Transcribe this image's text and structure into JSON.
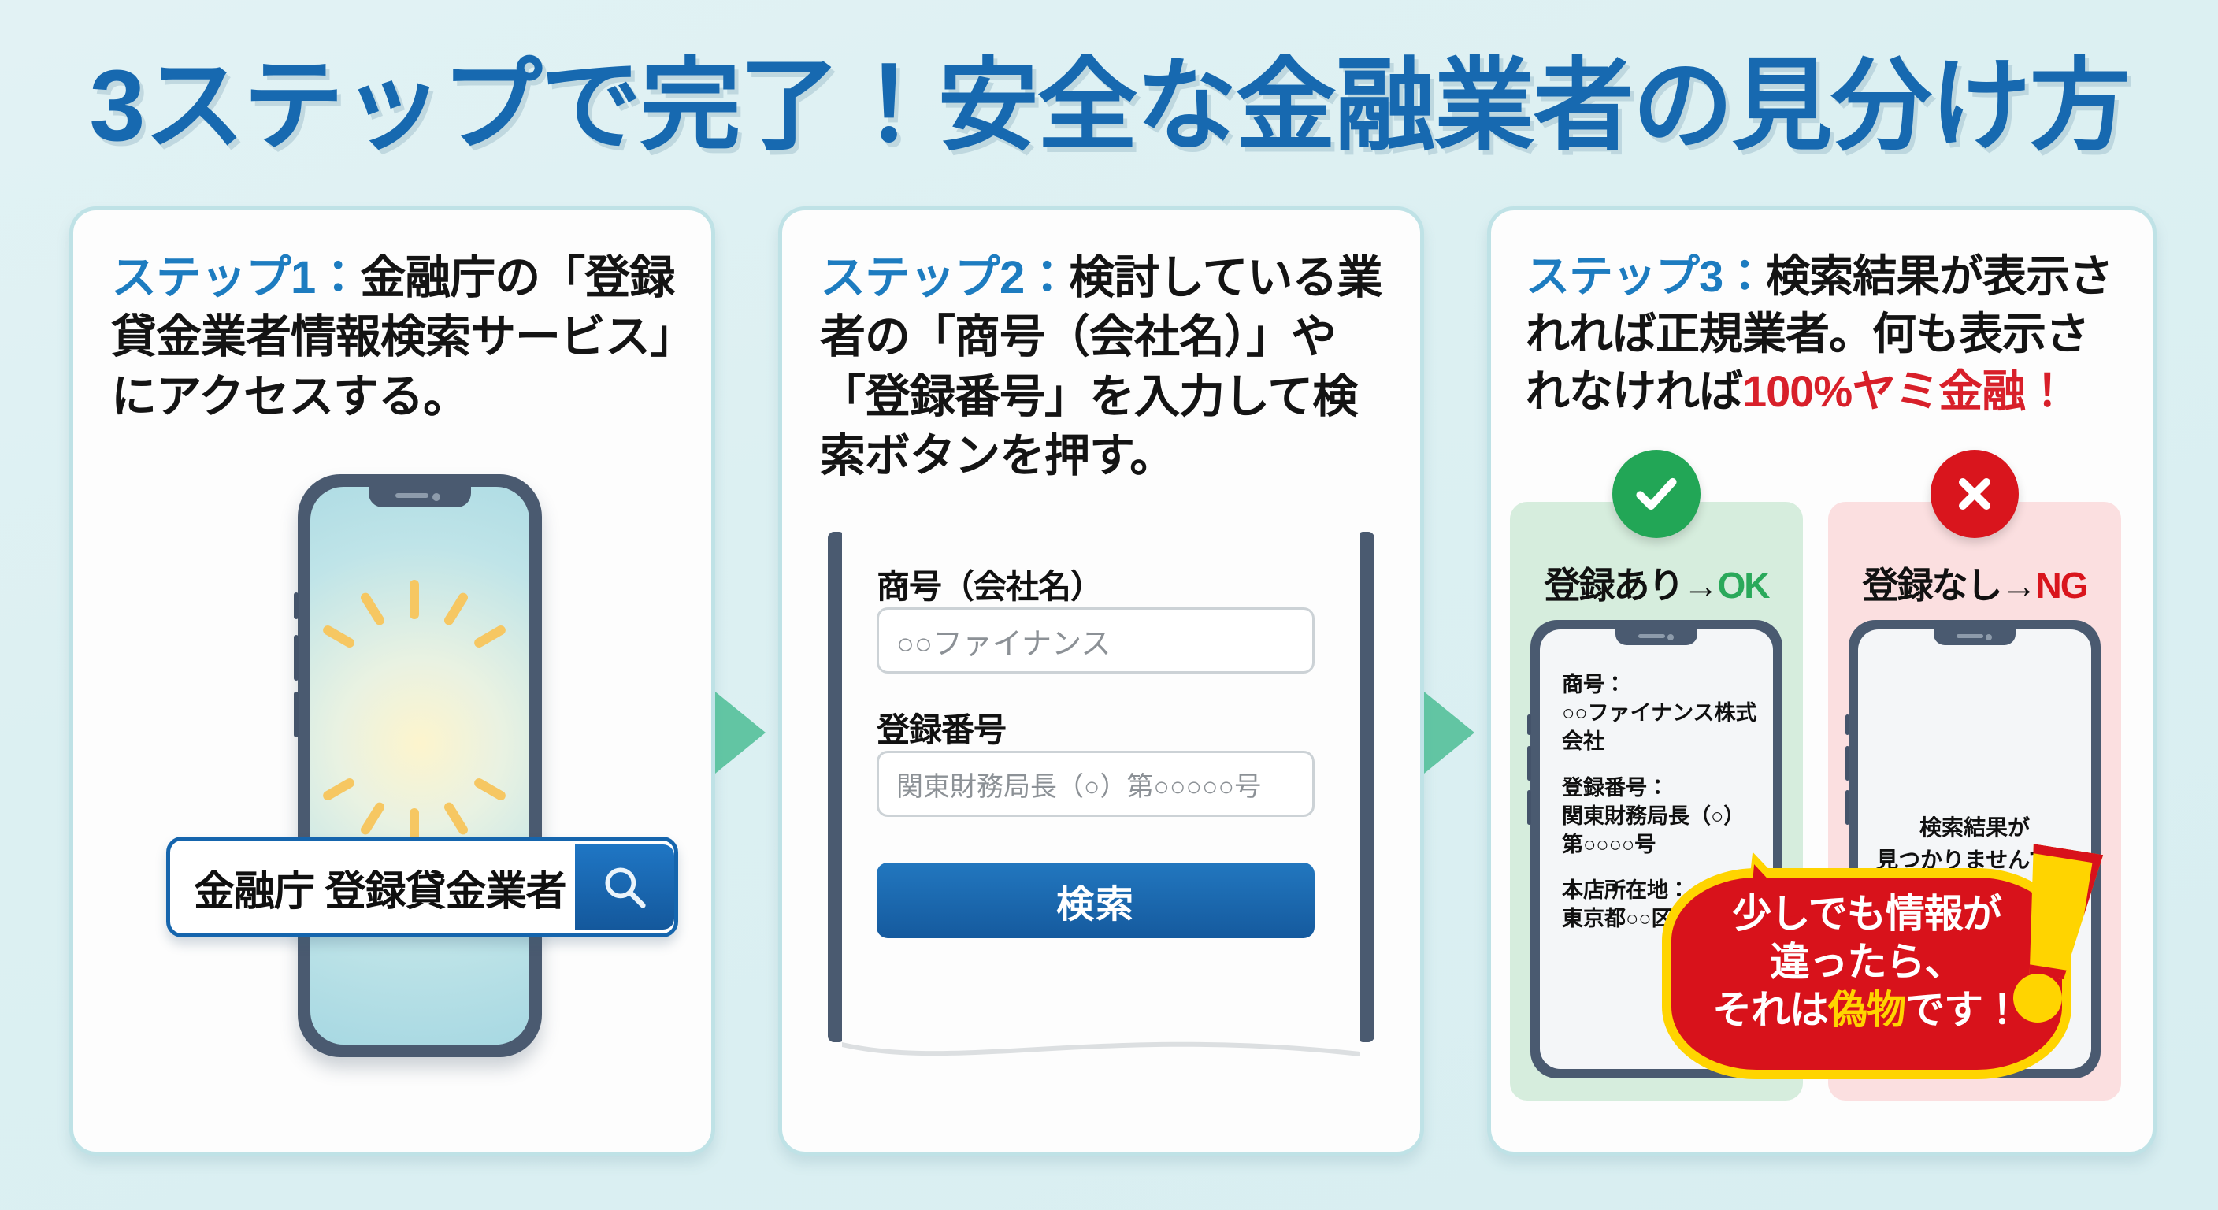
{
  "title": "3ステップで完了！安全な金融業者の見分け方",
  "colors": {
    "background": "#dcf0f2",
    "title_blue": "#1769b0",
    "step_label_blue": "#1d7cc0",
    "accent_red": "#d8202a",
    "ok_green": "#22a656",
    "ng_red": "#d9151d",
    "arrow_green": "#4cbd95",
    "callout_red": "#d8121b",
    "callout_yellow": "#ffd400",
    "phone_body": "#4a5a70",
    "search_button_blue": "#1565ad"
  },
  "cards": [
    {
      "step_label": "ステップ1：",
      "step_body": "金融庁の「登録貸金業者情報検索サービス」にアクセスする。",
      "search_query": "金融庁 登録貸金業者",
      "search_icon": "magnifier-icon",
      "cursor_icon": "mouse-pointer-icon"
    },
    {
      "step_label": "ステップ2：",
      "step_body": "検討している業者の「商号（会社名）」や「登録番号」を入力して検索ボタンを押す。",
      "form": {
        "field1_label": "商号（会社名）",
        "field1_placeholder": "○○ファイナンス",
        "field2_label": "登録番号",
        "field2_placeholder": "関東財務局長（○）第○○○○○号",
        "submit_label": "検索"
      }
    },
    {
      "step_label": "ステップ3：",
      "step_body_plain1": "検索結果が表示されれば正規業者。何も表示されなければ",
      "step_body_red": "100%ヤミ金融！",
      "panels": {
        "ok": {
          "badge_icon": "check-circle-icon",
          "title_prefix": "登録あり→",
          "title_word": "OK",
          "result_fields": [
            {
              "label": "商号：",
              "value": "○○ファイナンス株式会社"
            },
            {
              "label": "登録番号：",
              "value": "関東財務局長（○）第○○○○号"
            },
            {
              "label": "本店所在地：",
              "value": "東京都○○区○○"
            }
          ]
        },
        "ng": {
          "badge_icon": "x-circle-icon",
          "title_prefix": "登録なし→",
          "title_word": "NG",
          "message_line1": "検索結果が",
          "message_line2": "見つかりませんでした。"
        }
      }
    }
  ],
  "callout": {
    "line1": "少しでも情報が",
    "line2": "違ったら、",
    "line3_prefix": "それは",
    "line3_highlight": "偽物",
    "line3_suffix": "です！",
    "icon": "exclamation-mark-icon"
  },
  "arrows": {
    "icon": "triangle-right-icon"
  }
}
